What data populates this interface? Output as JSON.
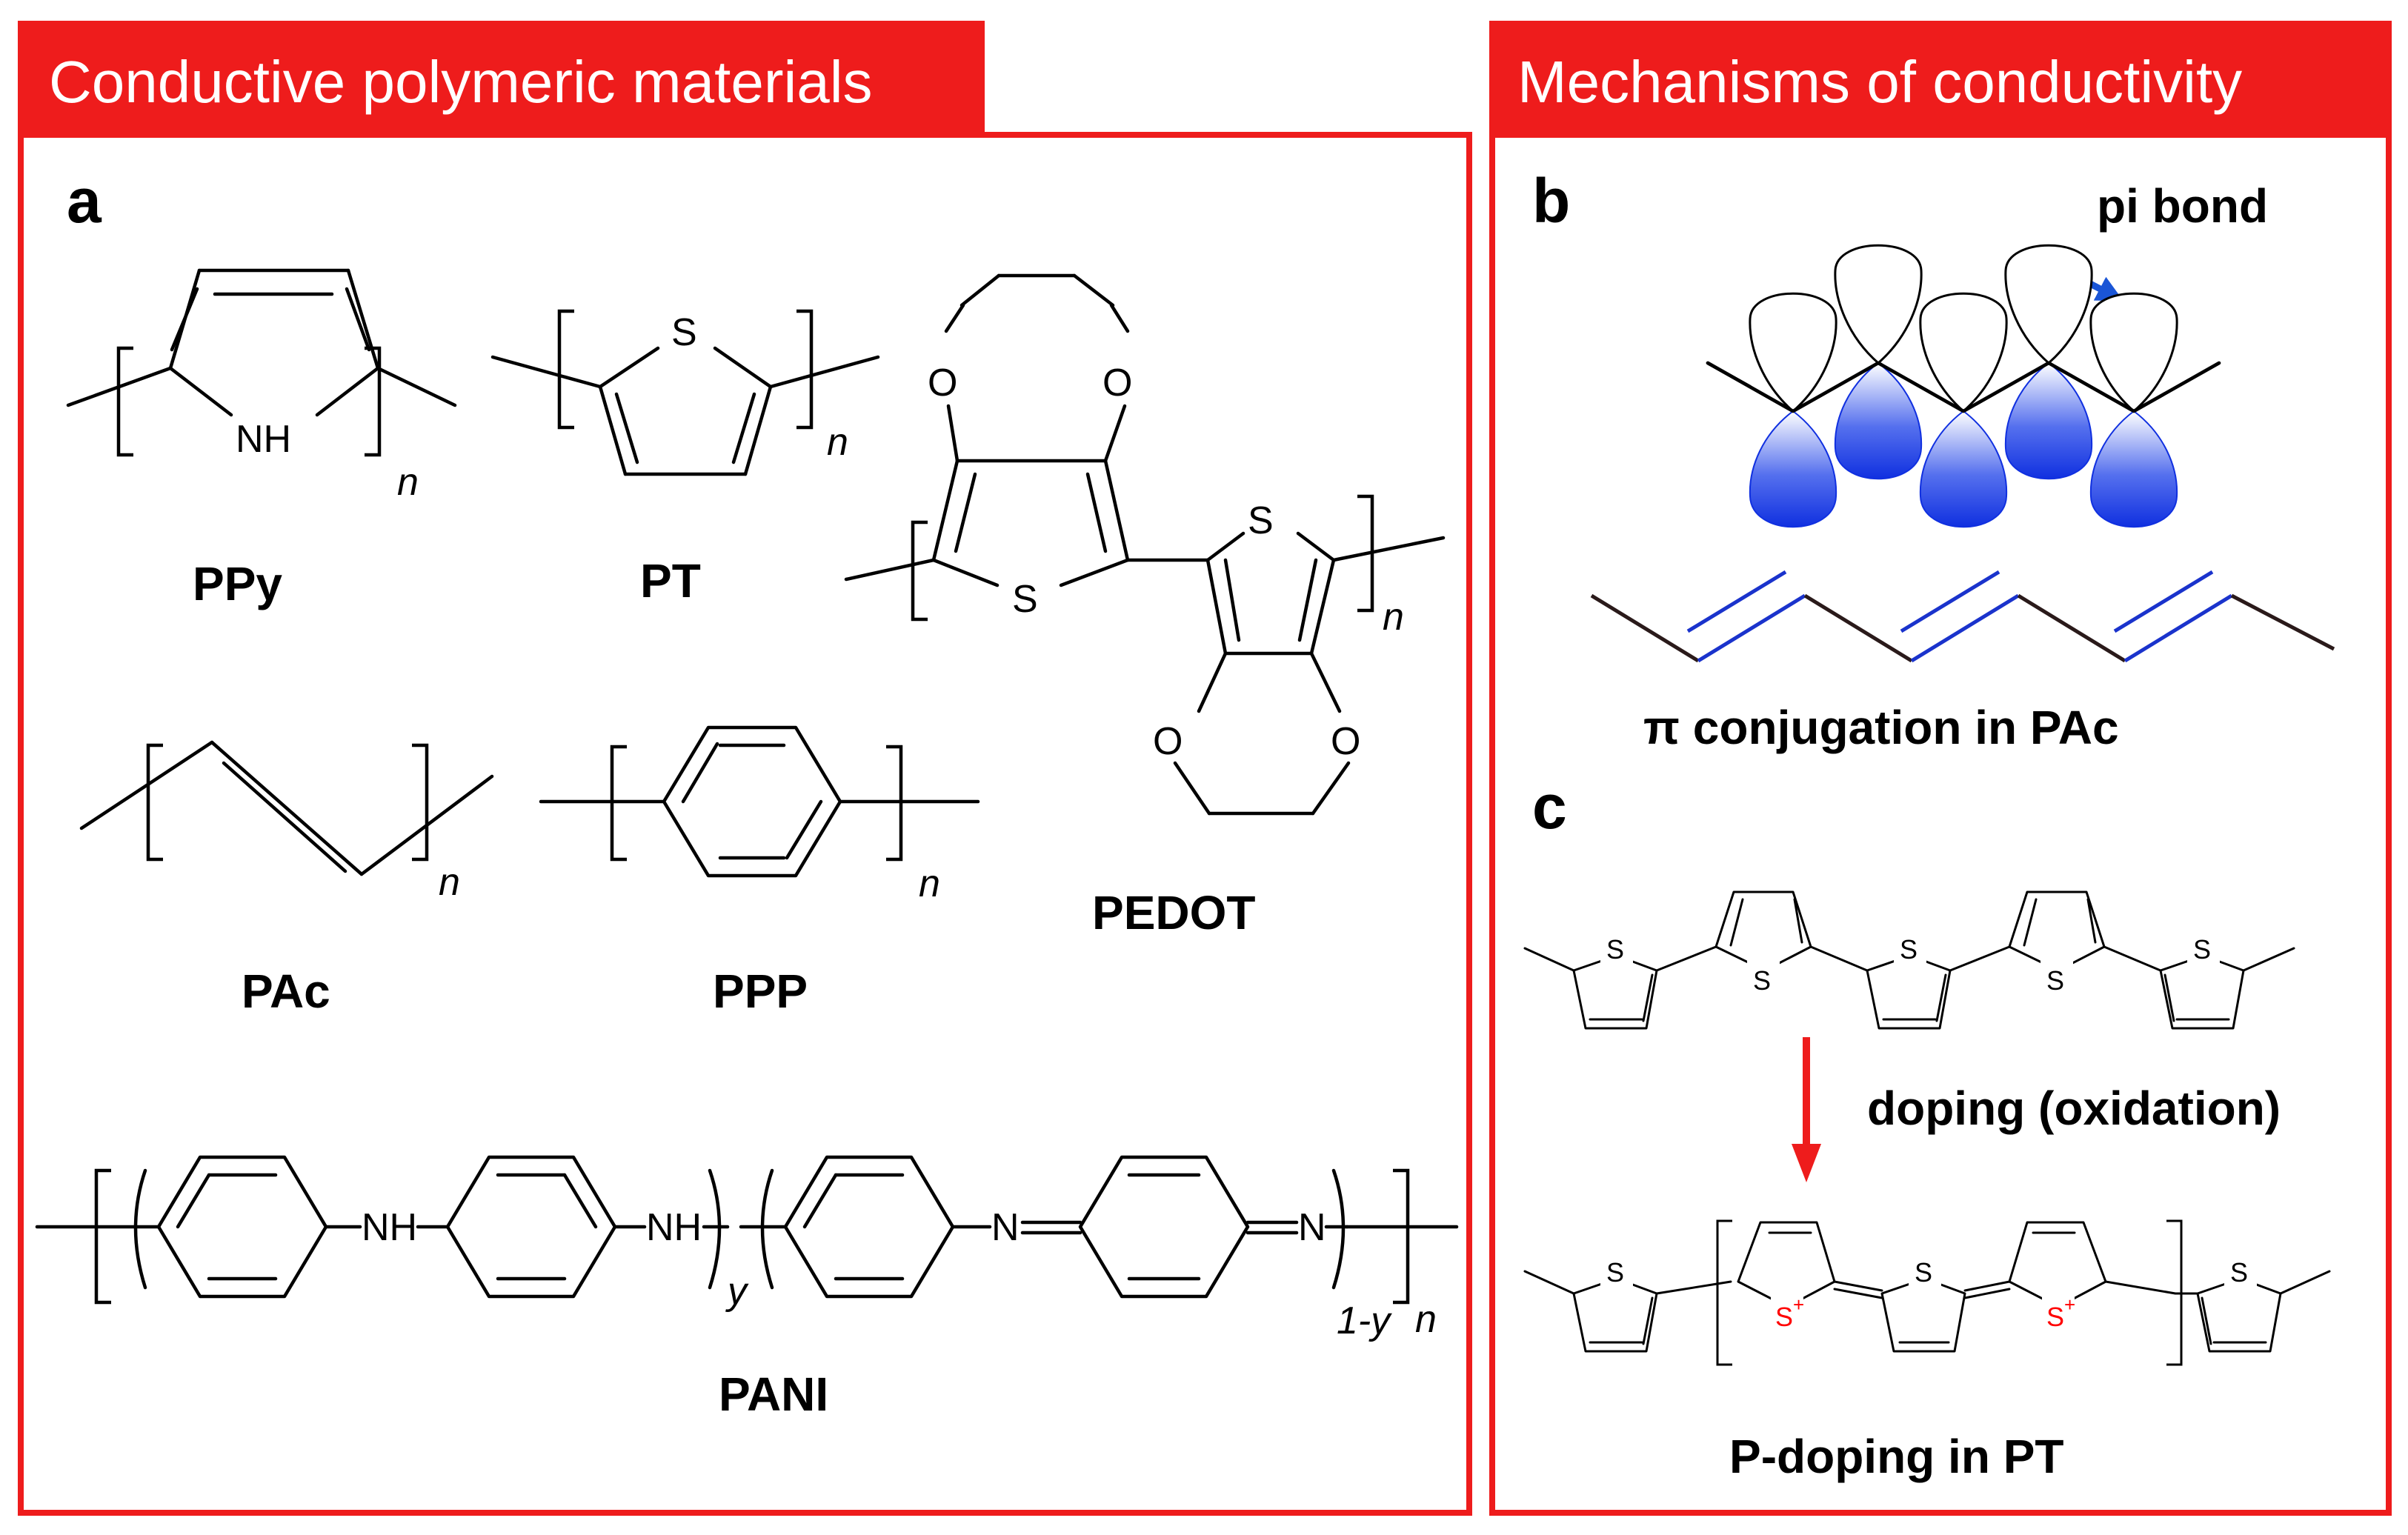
{
  "headers": {
    "left": "Conductive polymeric materials",
    "right": "Mechanisms of conductivity"
  },
  "panels": {
    "a": "a",
    "b": "b",
    "c": "c"
  },
  "polymers": {
    "ppy": {
      "name": "PPy",
      "atom": "NH",
      "repeat": "n"
    },
    "pt": {
      "name": "PT",
      "atom": "S",
      "repeat": "n"
    },
    "pedot": {
      "name": "PEDOT",
      "o_atom": "O",
      "s_atom": "S",
      "repeat": "n"
    },
    "pac": {
      "name": "PAc",
      "repeat": "n"
    },
    "ppp": {
      "name": "PPP",
      "repeat": "n"
    },
    "pani": {
      "name": "PANI",
      "nh": "NH",
      "n_atom": "N",
      "y": "y",
      "one_minus_y": "1-y",
      "repeat": "n"
    }
  },
  "mechanisms": {
    "pi_bond_label": "pi bond",
    "conjugation_caption": "π conjugation in PAc",
    "doping_label": "doping (oxidation)",
    "pdoping_caption": "P-doping in PT",
    "s_atom": "S",
    "s_plus": "S",
    "plus": "+"
  },
  "colors": {
    "header_red": "#ee1c1c",
    "border_red": "#ee1c1c",
    "orbital_blue": "#1030e0",
    "pi_bond_blue": "#1a33cc",
    "arrow_blue": "#1a55d6",
    "arrow_red": "#ee1c1c",
    "positive_charge": "#ff0000"
  }
}
